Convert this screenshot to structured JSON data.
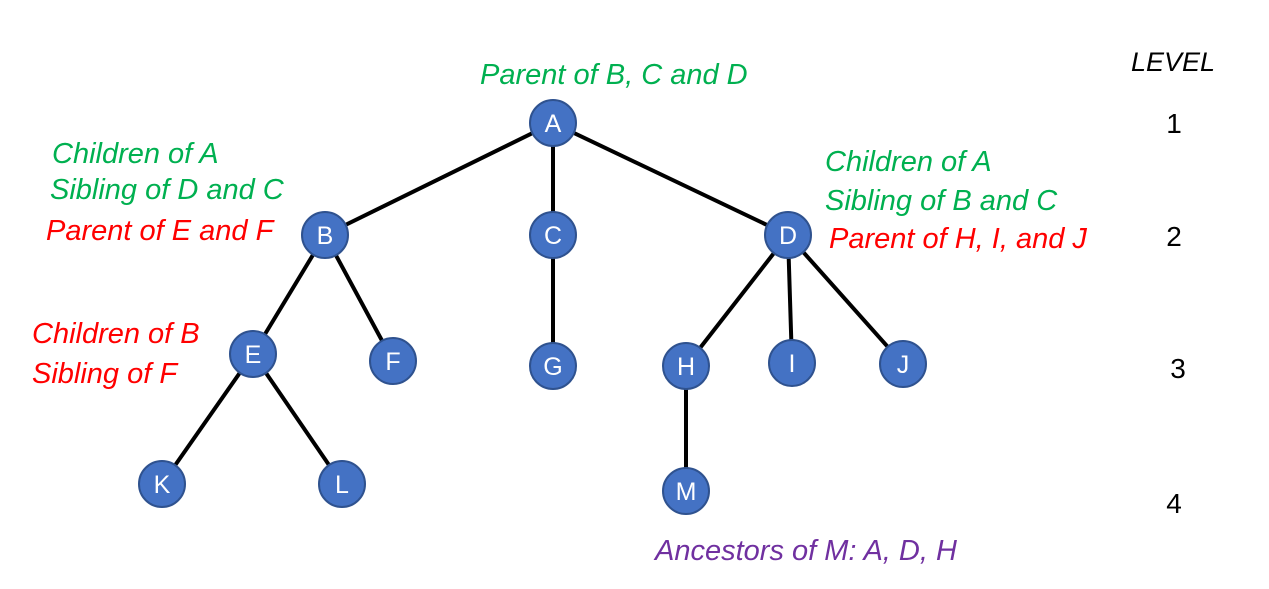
{
  "colors": {
    "node_fill": "#4472c4",
    "node_stroke": "#2f528f",
    "edge": "#000000",
    "green": "#00b050",
    "red": "#ff0000",
    "purple": "#7030a0"
  },
  "level_header": "LEVEL",
  "levels": [
    "1",
    "2",
    "3",
    "4"
  ],
  "nodes": [
    {
      "id": "A",
      "label": "A"
    },
    {
      "id": "B",
      "label": "B"
    },
    {
      "id": "C",
      "label": "C"
    },
    {
      "id": "D",
      "label": "D"
    },
    {
      "id": "E",
      "label": "E"
    },
    {
      "id": "F",
      "label": "F"
    },
    {
      "id": "G",
      "label": "G"
    },
    {
      "id": "H",
      "label": "H"
    },
    {
      "id": "I",
      "label": "I"
    },
    {
      "id": "J",
      "label": "J"
    },
    {
      "id": "K",
      "label": "K"
    },
    {
      "id": "L",
      "label": "L"
    },
    {
      "id": "M",
      "label": "M"
    }
  ],
  "edges": [
    [
      "A",
      "B"
    ],
    [
      "A",
      "C"
    ],
    [
      "A",
      "D"
    ],
    [
      "B",
      "E"
    ],
    [
      "B",
      "F"
    ],
    [
      "C",
      "G"
    ],
    [
      "D",
      "H"
    ],
    [
      "D",
      "I"
    ],
    [
      "D",
      "J"
    ],
    [
      "E",
      "K"
    ],
    [
      "E",
      "L"
    ],
    [
      "H",
      "M"
    ]
  ],
  "annotations": {
    "parent_of_a": "Parent of B, C and D",
    "b_children": "Children of A",
    "b_sibling": "Sibling of D and C",
    "b_parent": "Parent of E and F",
    "d_children": "Children of A",
    "d_sibling": "Sibling of B and C",
    "d_parent": "Parent of H, I, and J",
    "e_children": "Children of B",
    "e_sibling": "Sibling of F",
    "m_ancestors": "Ancestors of M: A, D, H"
  }
}
